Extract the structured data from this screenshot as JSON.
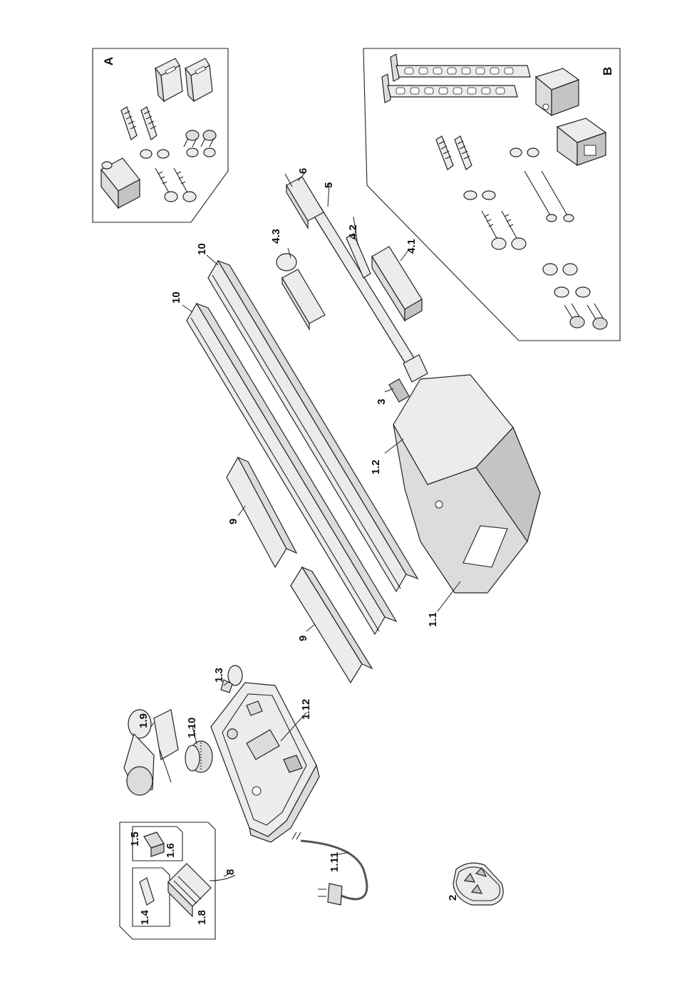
{
  "panels": {
    "a": {
      "label": "A"
    },
    "b": {
      "label": "B"
    }
  },
  "labels": {
    "l_1_1": "1.1",
    "l_1_2": "1.2",
    "l_1_3": "1.3",
    "l_1_4": "1.4",
    "l_1_5": "1.5",
    "l_1_6": "1.6",
    "l_1_8": "1.8",
    "l_1_9": "1.9",
    "l_1_10": "1.10",
    "l_1_11": "1.11",
    "l_1_12": "1.12",
    "l_2": "2",
    "l_3": "3",
    "l_4_1": "4.1",
    "l_4_2": "4.2",
    "l_4_3": "4.3",
    "l_5": "5",
    "l_6": "6",
    "l_8": "8",
    "l_9a": "9",
    "l_9b": "9",
    "l_10a": "10",
    "l_10b": "10"
  }
}
